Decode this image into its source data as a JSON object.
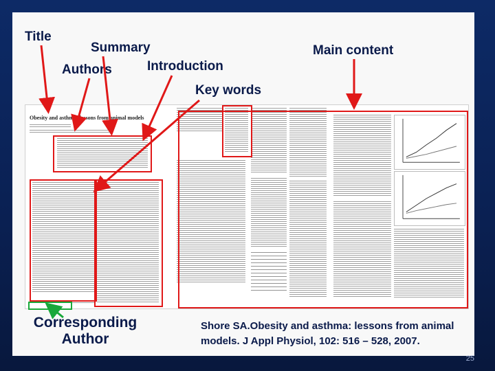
{
  "labels": {
    "title": "Title",
    "summary": "Summary",
    "authors": "Authors",
    "introduction": "Introduction",
    "key_words": "Key words",
    "main_content": "Main content",
    "corresponding_author_line1": "Corresponding",
    "corresponding_author_line2": "Author"
  },
  "paper_title": "Obesity and asthma: lessons from animal models",
  "citation": {
    "line1": "Shore SA.Obesity and asthma: lessons from animal",
    "line2": "models. J Appl Physiol, 102: 516 – 528, 2007."
  },
  "page_number": "25",
  "colors": {
    "annotation_red": "#e01818",
    "annotation_green": "#19a83a",
    "label_navy": "#0a1a4a"
  }
}
